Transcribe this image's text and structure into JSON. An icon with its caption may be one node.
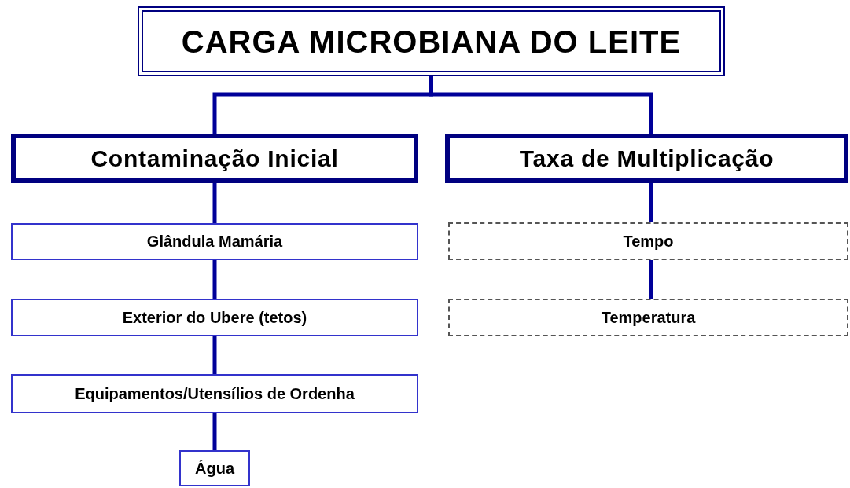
{
  "diagram": {
    "nodes": [
      {
        "text": [
          "CARGA MICROBIANA DO LEITE"
        ]
      },
      {
        "text": [
          "Contaminação Inicial"
        ]
      },
      {
        "text": [
          "Taxa de Multiplicação"
        ]
      },
      {
        "text": [
          "Glândula Mamária"
        ]
      },
      {
        "text": [
          "Exterior do Ubere (tetos)"
        ]
      },
      {
        "text": [
          "Equipamentos/Utensílios de Ordenha"
        ]
      },
      {
        "text": [
          "Água"
        ]
      },
      {
        "text": [
          "Tempo"
        ]
      },
      {
        "text": [
          "Temperatura"
        ]
      }
    ],
    "edges": [
      {
        "from": 0,
        "to": 1,
        "arrow": "none"
      },
      {
        "from": 0,
        "to": 2,
        "arrow": "none"
      },
      {
        "from": 1,
        "to": 3,
        "arrow": "none"
      },
      {
        "from": 3,
        "to": 4,
        "arrow": "none"
      },
      {
        "from": 4,
        "to": 5,
        "arrow": "none"
      },
      {
        "from": 5,
        "to": 6,
        "arrow": "none"
      },
      {
        "from": 2,
        "to": 7,
        "arrow": "none"
      },
      {
        "from": 7,
        "to": 8,
        "arrow": "none"
      }
    ]
  }
}
